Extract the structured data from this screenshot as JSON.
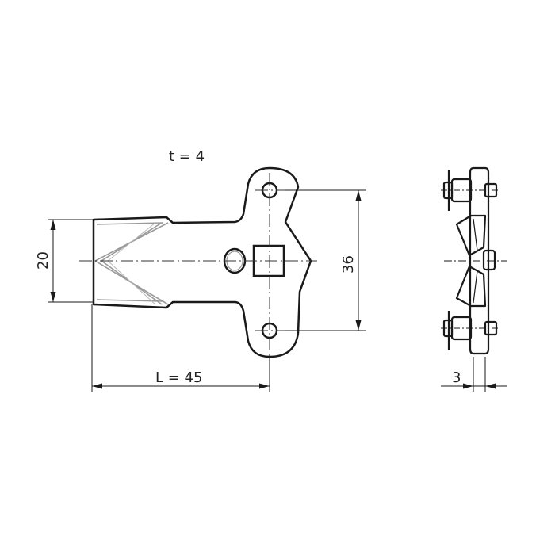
{
  "labels": {
    "thickness": "t = 4",
    "length": "L = 45",
    "width": "20",
    "hole_spacing": "36",
    "side_thickness": "3"
  },
  "colors": {
    "outline": "#1a1a1a",
    "bevel": "#9a9a9a",
    "centerline": "#333333",
    "background": "#ffffff"
  }
}
